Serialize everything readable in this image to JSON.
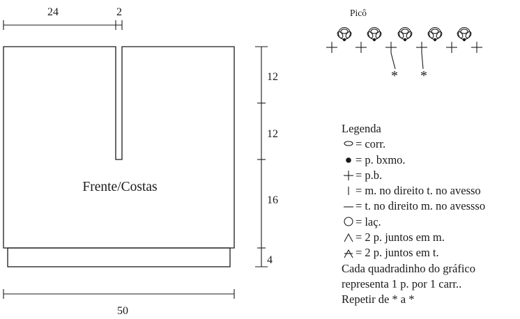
{
  "diagram": {
    "dimensions": {
      "top_left_width": "24",
      "top_slit_width": "2",
      "side_segments": [
        "12",
        "12",
        "16",
        "4"
      ],
      "bottom_total": "50"
    },
    "panel_label": "Frente/Costas",
    "pico_title": "Picô",
    "repeat_marks": [
      "*",
      "*"
    ]
  },
  "legend": {
    "title": "Legenda",
    "items": [
      {
        "icon": "chain-oval-icon",
        "text": "corr."
      },
      {
        "icon": "filled-dot-icon",
        "text": "p. bxmo."
      },
      {
        "icon": "cross-icon",
        "text": "p.b."
      },
      {
        "icon": "vertical-bar-icon",
        "text": "m. no direito t. no avesso"
      },
      {
        "icon": "horizontal-bar-icon",
        "text": "t. no direito m. no avessso"
      },
      {
        "icon": "circle-icon",
        "text": "laç."
      },
      {
        "icon": "decrease-knit-icon",
        "text": "2 p. juntos em m."
      },
      {
        "icon": "decrease-purl-icon",
        "text": "2 p. juntos em t."
      }
    ],
    "equals": "=",
    "notes": [
      "Cada quadradinho do gráfico",
      "representa 1 p. por 1 carr..",
      "Repetir de * a *"
    ]
  },
  "colors": {
    "ink": "#1a1a1a",
    "background": "#ffffff"
  }
}
